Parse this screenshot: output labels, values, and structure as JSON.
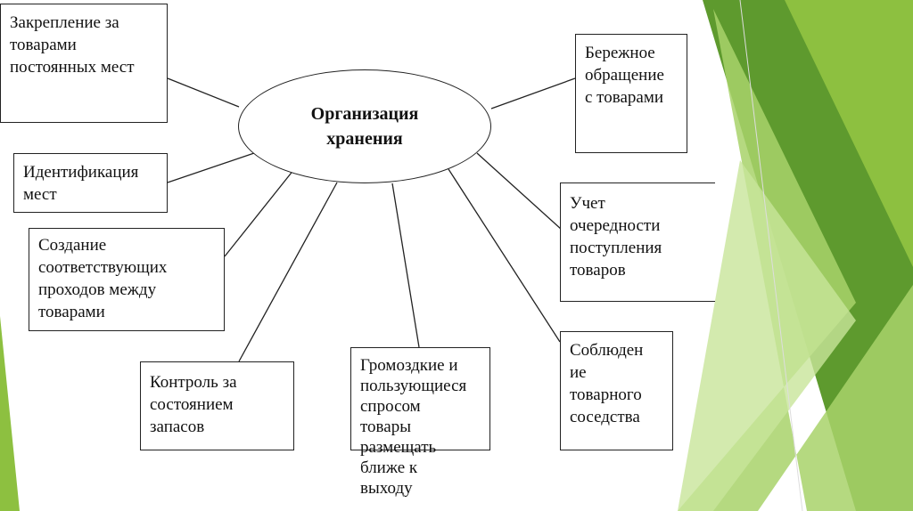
{
  "diagram": {
    "center": {
      "lines": [
        "Организация",
        "хранения"
      ]
    },
    "nodes": [
      {
        "id": "node-fixed-places",
        "lines": [
          "Закрепление за",
          "товарами",
          "постоянных мест"
        ]
      },
      {
        "id": "node-identification",
        "lines": [
          "Идентификация",
          "мест"
        ]
      },
      {
        "id": "node-passages",
        "lines": [
          "Создание",
          "соответствующих",
          "проходов между",
          "товарами"
        ]
      },
      {
        "id": "node-stock-control",
        "lines": [
          "Контроль за",
          "состоянием",
          "запасов"
        ]
      },
      {
        "id": "node-bulky-goods",
        "lines": [
          "Громоздкие и",
          "пользующиеся",
          "спросом",
          "товары",
          "размещать",
          "ближе к",
          "выходу"
        ]
      },
      {
        "id": "node-neighborhood",
        "lines": [
          "Соблюден",
          "ие",
          "товарного",
          "соседства"
        ]
      },
      {
        "id": "node-receipt-order",
        "lines": [
          "Учет",
          "очередности",
          "поступления",
          "товаров"
        ]
      },
      {
        "id": "node-careful-handling",
        "lines": [
          "Бережное",
          "обращение",
          "с товарами"
        ]
      }
    ]
  },
  "theme": {
    "accent_light": "#a8d26a",
    "accent_mid": "#8dc040",
    "accent_dark": "#5e9a2e",
    "line_color": "#222222"
  }
}
